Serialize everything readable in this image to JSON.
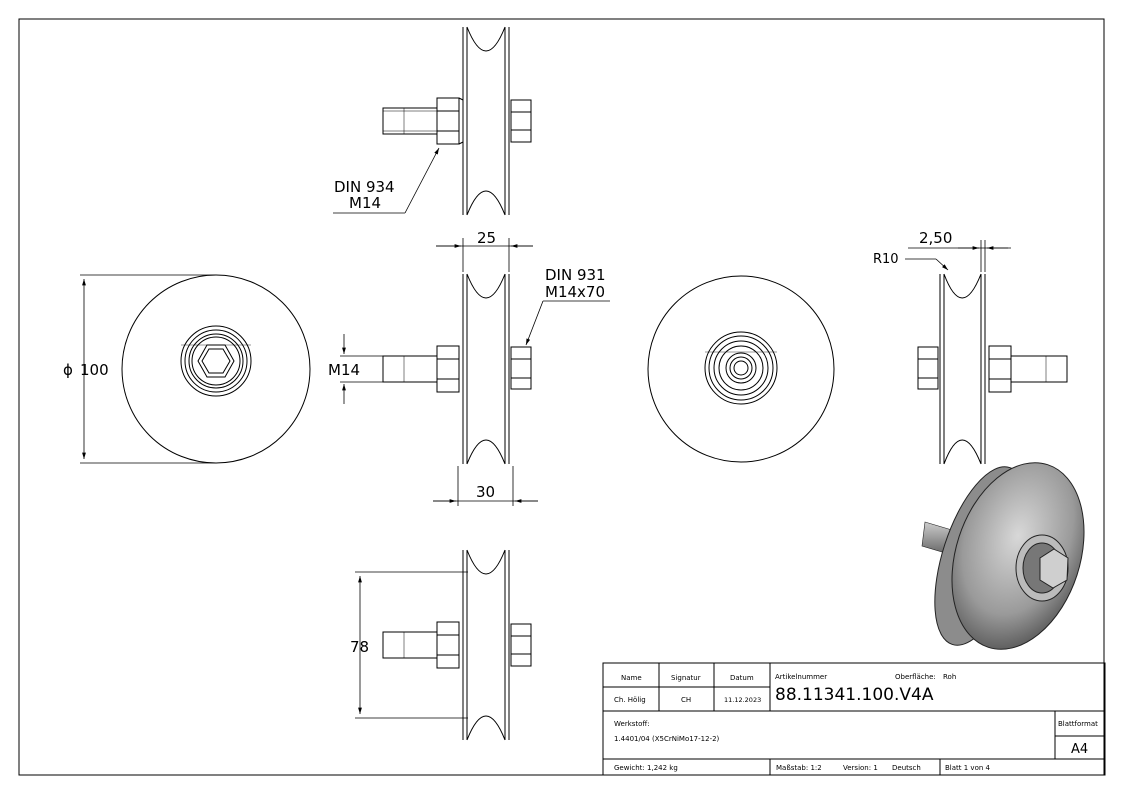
{
  "dimensions": {
    "width_25": "25",
    "width_30": "30",
    "diameter_100": "100",
    "diameter_symbol": "ϕ",
    "thread_m14": "M14",
    "height_78": "78",
    "groove_2_50": "2,50",
    "radius_r10": "R10"
  },
  "callouts": {
    "din934_line1": "DIN 934",
    "din934_line2": "M14",
    "din931_line1": "DIN 931",
    "din931_line2": "M14x70"
  },
  "title_block": {
    "name_header": "Name",
    "signatur_header": "Signatur",
    "datum_header": "Datum",
    "name_value": "Ch. Hölig",
    "signatur_value": "CH",
    "datum_value": "11.12.2023",
    "artikelnummer_label": "Artikelnummer",
    "artikelnummer_value": "88.11341.100.V4A",
    "oberflaeche_label": "Oberfläche:",
    "oberflaeche_value": "Roh",
    "werkstoff_label": "Werkstoff:",
    "werkstoff_value": "1.4401/04 (X5CrNiMo17-12-2)",
    "blattformat_label": "Blattformat",
    "blattformat_value": "A4",
    "gewicht": "Gewicht: 1,242 kg",
    "massstab": "Maßstab: 1:2",
    "version": "Version: 1",
    "sprache": "Deutsch",
    "blatt": "Blatt 1 von 4"
  }
}
